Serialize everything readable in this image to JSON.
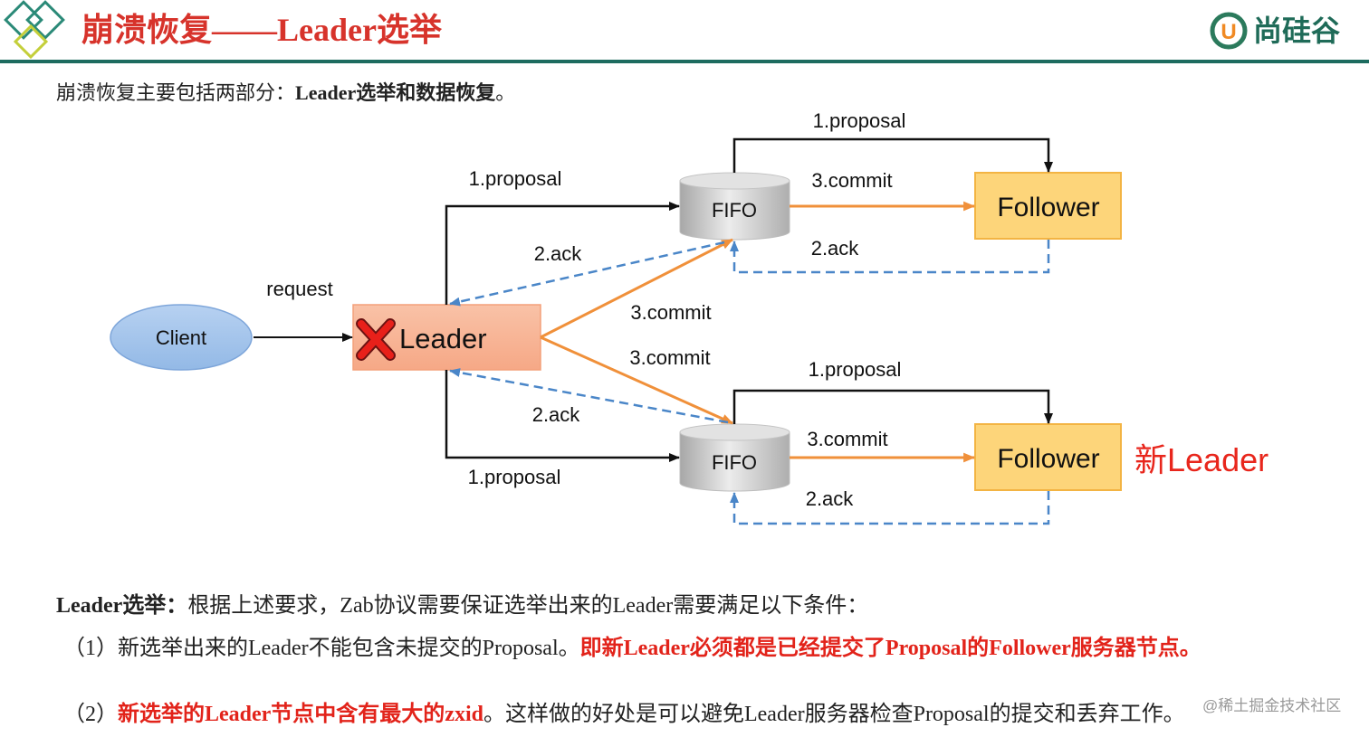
{
  "slide": {
    "title": "崩溃恢复——Leader选举",
    "brand_text": "尚硅谷",
    "brand_mark": "U"
  },
  "icons": {
    "left_logo": "diamond-logo-icon",
    "brand": "brand-u-icon",
    "leader_failed": "red-cross-icon"
  },
  "intro": {
    "text": "崩溃恢复主要包括两部分：",
    "bold": "Leader选举和数据恢复",
    "end": "。"
  },
  "diagram": {
    "client": "Client",
    "request": "request",
    "leader": "Leader",
    "fifo_upper": "FIFO",
    "fifo_lower": "FIFO",
    "follower_upper": "Follower",
    "follower_lower": "Follower",
    "new_leader": "新Leader",
    "edge_labels": {
      "leader_upper_proposal": "1.proposal",
      "upper_ack_to_leader": "2.ack",
      "leader_upper_commit": "3.commit",
      "leader_lower_commit": "3.commit",
      "lower_ack_to_leader": "2.ack",
      "leader_lower_proposal": "1.proposal",
      "upper_fifo_proposal": "1.proposal",
      "upper_fifo_commit": "3.commit",
      "upper_follower_ack": "2.ack",
      "lower_fifo_proposal": "1.proposal",
      "lower_fifo_commit": "3.commit",
      "lower_follower_ack": "2.ack"
    }
  },
  "conditions": {
    "lead_bold": "Leader选举：",
    "lead_text": "根据上述要求，Zab协议需要保证选举出来的Leader需要满足以下条件：",
    "items": [
      {
        "marker": "（1）",
        "text": "新选举出来的Leader不能包含未提交的Proposal。",
        "highlight": "即新Leader必须都是已经提交了Proposal的Follower服务器节点。"
      },
      {
        "marker": "（2）",
        "highlight": "新选举的Leader节点中含有最大的zxid",
        "text": "。这样做的好处是可以避免Leader服务器检查Proposal的提交和丢弃工作。"
      }
    ]
  },
  "watermark": "@稀土掘金技术社区",
  "colors": {
    "title": "#d7332b",
    "header_rule": "#1d6b5f",
    "highlight_red": "#e2231a",
    "new_leader": "#e8261c",
    "commit_orange": "#f0903a",
    "ack_blue": "#4a86c8",
    "proposal_black": "#111111",
    "client_fill": "#a2c4ec",
    "leader_fill": "#f8b395",
    "follower_fill": "#fdd57a",
    "fifo_fill": "#d9d9d9"
  }
}
